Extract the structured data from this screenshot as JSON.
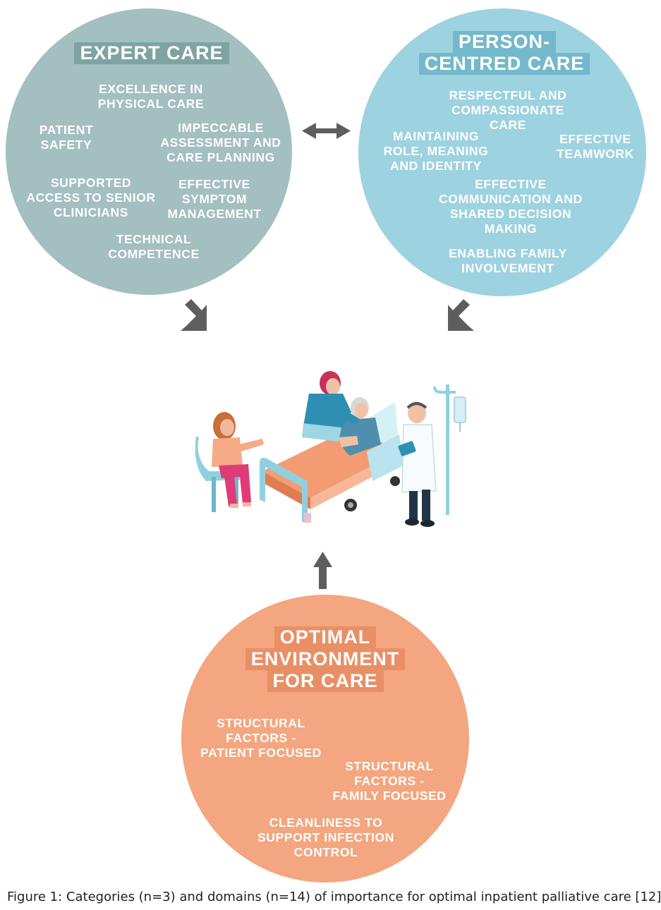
{
  "categories": {
    "expert": {
      "title": "EXPERT CARE",
      "color": "#a3bfbf",
      "domains": [
        "EXCELLENCE IN\nPHYSICAL CARE",
        "PATIENT\nSAFETY",
        "IMPECCABLE\nASSESSMENT AND\nCARE PLANNING",
        "SUPPORTED\nACCESS TO SENIOR\nCLINICIANS",
        "EFFECTIVE\nSYMPTOM\nMANAGEMENT",
        "TECHNICAL\nCOMPETENCE"
      ]
    },
    "person": {
      "title_line1": "PERSON-",
      "title_line2": "CENTRED CARE",
      "color": "#9dd2e0",
      "domains": [
        "RESPECTFUL AND\nCOMPASSIONATE\nCARE",
        "MAINTAINING\nROLE, MEANING\nAND IDENTITY",
        "EFFECTIVE\nTEAMWORK",
        "EFFECTIVE\nCOMMUNICATION AND\nSHARED DECISION\nMAKING",
        "ENABLING FAMILY\nINVOLVEMENT"
      ]
    },
    "environment": {
      "title_line1": "OPTIMAL",
      "title_line2": "ENVIRONMENT",
      "title_line3": "FOR CARE",
      "color": "#f3a67f",
      "domains": [
        "STRUCTURAL\nFACTORS -\nPATIENT FOCUSED",
        "STRUCTURAL\nFACTORS -\nFAMILY FOCUSED",
        "CLEANLINESS TO\nSUPPORT INFECTION\nCONTROL"
      ]
    }
  },
  "caption": "Figure 1: Categories (n=3) and domains (n=14) of importance for optimal inpatient palliative care [12]"
}
